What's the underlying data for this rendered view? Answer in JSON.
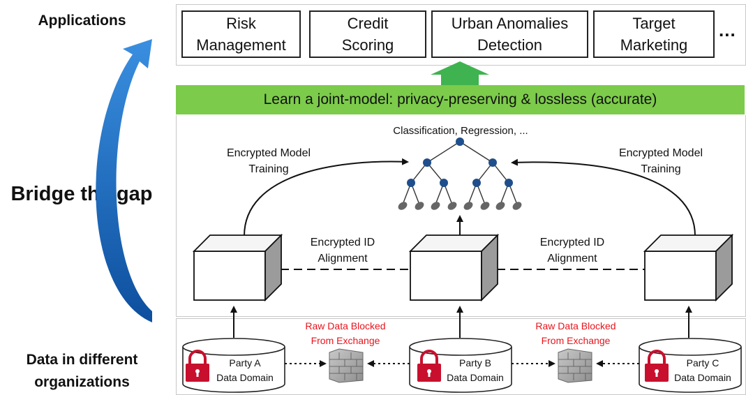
{
  "left": {
    "applications": "Applications",
    "bridge": "Bridge the gap",
    "data_orgs": "Data in different\norganizations"
  },
  "apps": [
    "Risk\nManagement",
    "Credit\nScoring",
    "Urban Anomalies\nDetection",
    "Target\nMarketing"
  ],
  "more": "...",
  "joint_model": "Learn a joint-model: privacy-preserving & lossless (accurate)",
  "tree_title": "Classification, Regression, ...",
  "training_left": "Encrypted Model\nTraining",
  "training_right": "Encrypted Model\nTraining",
  "alignment_left": "Encrypted ID\nAlignment",
  "alignment_right": "Encrypted ID\nAlignment",
  "blocked_left": "Raw Data Blocked\nFrom Exchange",
  "blocked_right": "Raw Data Blocked\nFrom Exchange",
  "parties": [
    "Party A\nData Domain",
    "Party B\nData Domain",
    "Party C\nData Domain"
  ],
  "colors": {
    "green": "#7ccb4a",
    "blue_arrow": "#1a6fc4",
    "node": "#1f4e8c",
    "lock": "#c8102e",
    "red_text": "#e8141c"
  }
}
